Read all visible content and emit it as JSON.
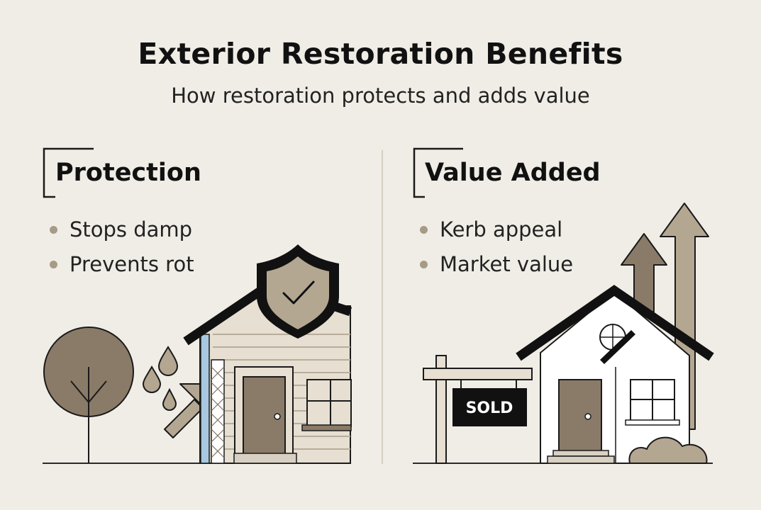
{
  "header": {
    "title": "Exterior Restoration Benefits",
    "subtitle": "How restoration protects and adds value"
  },
  "protection": {
    "heading": "Protection",
    "bullets": [
      "Stops damp",
      "Prevents rot"
    ],
    "illustration": {
      "icons": [
        "tree-icon",
        "water-drops-icon",
        "shield-check-icon",
        "house-icon",
        "deflect-arrow-icon"
      ]
    }
  },
  "value": {
    "heading": "Value Added",
    "bullets": [
      "Kerb appeal",
      "Market value"
    ],
    "sign_label": "SOLD",
    "illustration": {
      "icons": [
        "sold-sign-icon",
        "house-icon",
        "up-arrow-icon",
        "bush-icon"
      ]
    }
  },
  "colors": {
    "background": "#f0ede6",
    "ink": "#151515",
    "taupe": "#8a7b68",
    "tan": "#b7aa96",
    "siding": "#e6dfd2",
    "water": "#a9c8e0"
  }
}
